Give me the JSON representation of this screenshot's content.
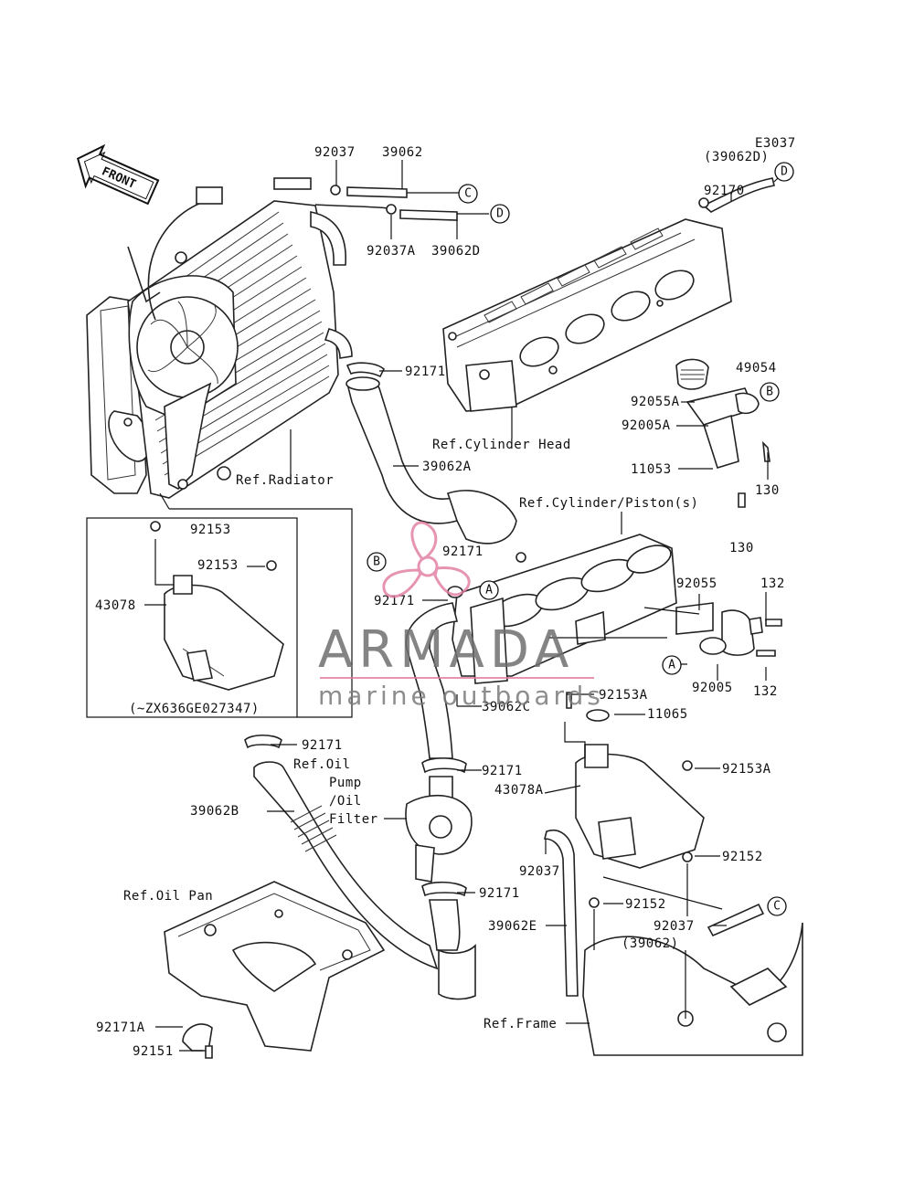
{
  "diagram_code": "E3037",
  "labels": {
    "p92037_top": "92037",
    "p39062_top": "39062",
    "p39062D_ref": "(39062D)",
    "p92170": "92170",
    "p92037A": "92037A",
    "p39062D": "39062D",
    "p92171_a": "92171",
    "p49054": "49054",
    "p92055A": "92055A",
    "p92005A": "92005A",
    "p11053": "11053",
    "p130_a": "130",
    "p130_b": "130",
    "ref_cyl_head": "Ref.Cylinder Head",
    "p39062A": "39062A",
    "ref_radiator": "Ref.Radiator",
    "ref_cyl_piston": "Ref.Cylinder/Piston(s)",
    "p92153_a": "92153",
    "p92153_b": "92153",
    "p43078": "43078",
    "p92171_b": "92171",
    "p92171_c": "92171",
    "p92055": "92055",
    "p132_a": "132",
    "p132_b": "132",
    "p92005": "92005",
    "serial_note": "(~ZX636GE027347)",
    "p39062C": "39062C",
    "p92153A_a": "92153A",
    "p11065": "11065",
    "p92171_d": "92171",
    "ref_oil_1": "Ref.Oil",
    "ref_oil_2": "Pump",
    "ref_oil_3": "/Oil",
    "ref_oil_4": "Filter",
    "p92171_e": "92171",
    "p43078A": "43078A",
    "p92153A_b": "92153A",
    "p39062B": "39062B",
    "p92037_b": "92037",
    "p92152_a": "92152",
    "ref_oil_pan": "Ref.Oil Pan",
    "p92171_f": "92171",
    "p92152_b": "92152",
    "p39062E": "39062E",
    "p92037_c": "92037",
    "p39062_ref": "(39062)",
    "ref_frame": "Ref.Frame",
    "p92171A": "92171A",
    "p92151": "92151"
  },
  "callouts": {
    "A": "A",
    "B": "B",
    "C": "C",
    "D": "D"
  },
  "front_arrow": "FRONT",
  "watermark": {
    "brand": "ARMADA",
    "tagline": "marine outboards",
    "logo": "propeller-logo",
    "color": "#e07aa0"
  }
}
